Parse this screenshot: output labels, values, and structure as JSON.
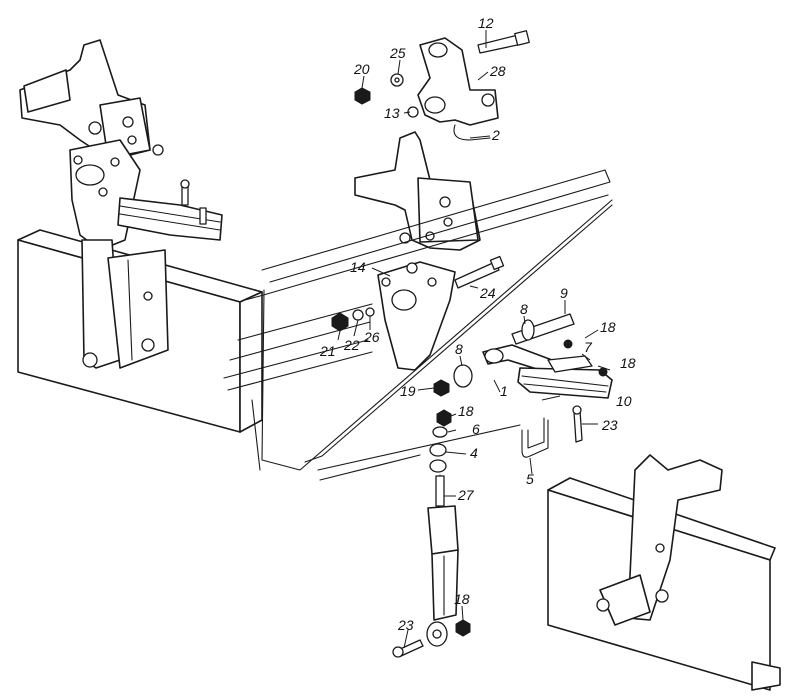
{
  "diagram": {
    "callouts": [
      {
        "id": "c12",
        "label": "12"
      },
      {
        "id": "c25",
        "label": "25"
      },
      {
        "id": "c20",
        "label": "20"
      },
      {
        "id": "c28",
        "label": "28"
      },
      {
        "id": "c13",
        "label": "13"
      },
      {
        "id": "c2",
        "label": "2"
      },
      {
        "id": "c14",
        "label": "14"
      },
      {
        "id": "c24",
        "label": "24"
      },
      {
        "id": "c9",
        "label": "9"
      },
      {
        "id": "c8a",
        "label": "8"
      },
      {
        "id": "c18a",
        "label": "18"
      },
      {
        "id": "c7",
        "label": "7"
      },
      {
        "id": "c18b",
        "label": "18"
      },
      {
        "id": "c21",
        "label": "21"
      },
      {
        "id": "c22",
        "label": "22"
      },
      {
        "id": "c26",
        "label": "26"
      },
      {
        "id": "c8b",
        "label": "8"
      },
      {
        "id": "c19",
        "label": "19"
      },
      {
        "id": "c1",
        "label": "1"
      },
      {
        "id": "c10",
        "label": "10"
      },
      {
        "id": "c18c",
        "label": "18"
      },
      {
        "id": "c23a",
        "label": "23"
      },
      {
        "id": "c6",
        "label": "6"
      },
      {
        "id": "c4",
        "label": "4"
      },
      {
        "id": "c5",
        "label": "5"
      },
      {
        "id": "c27",
        "label": "27"
      },
      {
        "id": "c23b",
        "label": "23"
      },
      {
        "id": "c18d",
        "label": "18"
      }
    ]
  }
}
